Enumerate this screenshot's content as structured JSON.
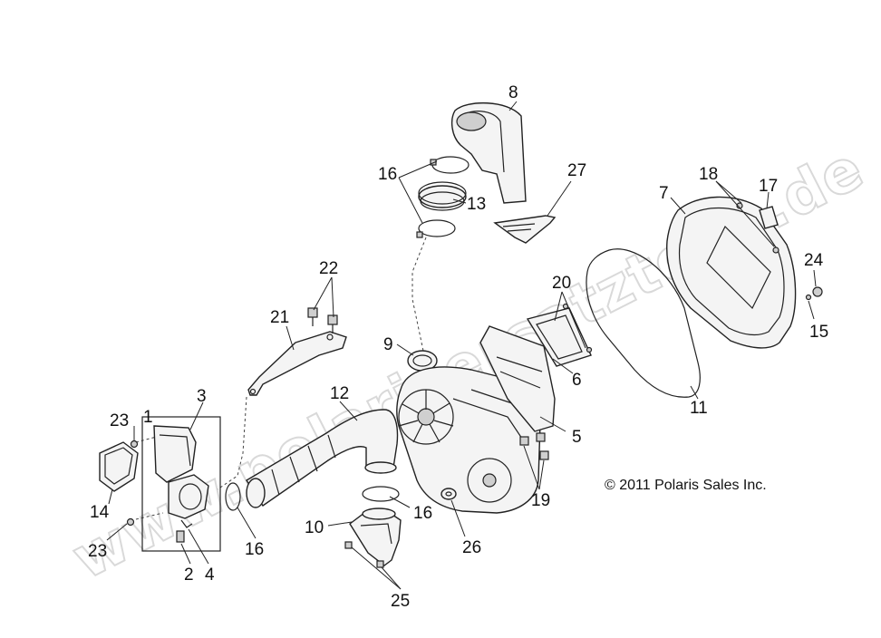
{
  "watermark": "www.polarisersatzteile.de",
  "copyright": "© 2011 Polaris Sales Inc.",
  "callouts": {
    "c1": "1",
    "c2": "2",
    "c3": "3",
    "c4": "4",
    "c5": "5",
    "c6": "6",
    "c7": "7",
    "c8": "8",
    "c9": "9",
    "c10": "10",
    "c11": "11",
    "c12": "12",
    "c13": "13",
    "c14": "14",
    "c15": "15",
    "c16a": "16",
    "c16b": "16",
    "c16c": "16",
    "c17": "17",
    "c18": "18",
    "c19": "19",
    "c20": "20",
    "c21": "21",
    "c22": "22",
    "c23a": "23",
    "c23b": "23",
    "c24": "24",
    "c25": "25",
    "c26": "26",
    "c27": "27"
  }
}
